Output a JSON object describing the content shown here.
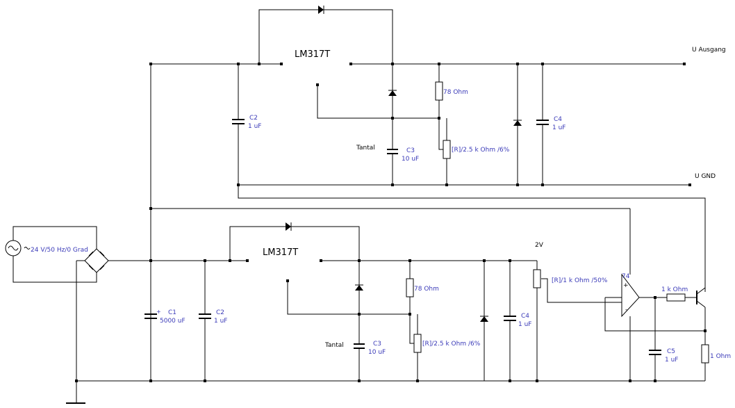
{
  "regulator_top": "LM317T",
  "regulator_bottom": "LM317T",
  "u_ausgang": "U Ausgang",
  "u_gnd": "U GND",
  "source": "24 V/50 Hz/0 Grad",
  "tantal": "Tantal",
  "c1_name": "C1",
  "c1_value": "5000 uF",
  "c2_name": "C2",
  "c2_value": "1 uF",
  "c3_name": "C3",
  "c3_value": "10 uF",
  "c4_name": "C4",
  "c4_value": "1 uF",
  "c5_name": "C5",
  "c5_value": "1 uF",
  "r78": "78  Ohm",
  "pot_25k": "[R]/2.5 k Ohm /6%",
  "pot_1k": "[R]/1 k Ohm /50%",
  "two_volt": "2V",
  "opamp_num": "74",
  "r_1k": "1 k Ohm",
  "r_1ohm": "1  Ohm",
  "plus": "+",
  "minus": "-"
}
